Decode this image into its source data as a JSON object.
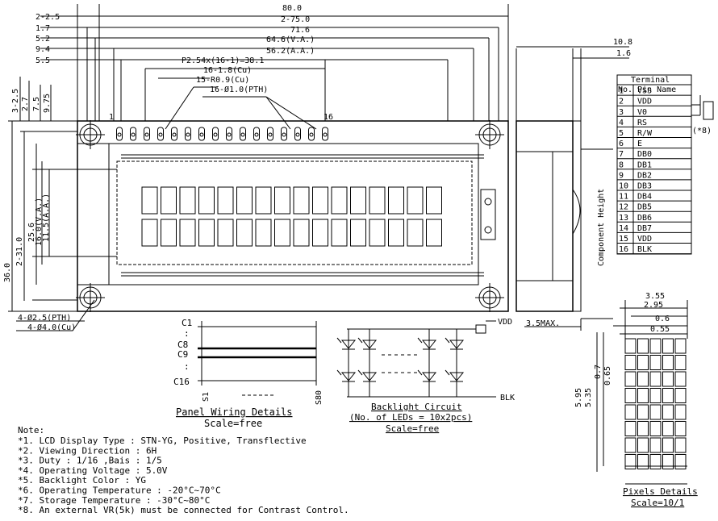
{
  "dimensions": {
    "top": [
      "80.0",
      "2-75.0",
      "71.6",
      "64.6(V.A.)",
      "56.2(A.A.)"
    ],
    "left_labels": [
      "2-2.5",
      "1.7",
      "5.2",
      "9.4",
      "5.5"
    ],
    "vertical_left": [
      "36.0",
      "2-31.0",
      "25.6",
      "16.0(V.A.)",
      "11.5(A.A.)"
    ],
    "vertical_top": [
      "3-2.5",
      "2.7",
      "7.5",
      "9.75"
    ],
    "pitch": "P2.54x(16-1)=38.1",
    "pad_size": "16-1.8(Cu)",
    "pad_radius": "15-R0.9(Cu)",
    "pth": "16-Ø1.0(PTH)",
    "pin_first": "1",
    "pin_last": "16",
    "mount_pth": "4-Ø2.5(PTH)",
    "mount_cu": "4-Ø4.0(Cu)"
  },
  "side_view": {
    "thickness": "10.8",
    "pcb": "1.6",
    "component_height": "Component Height",
    "max": "3.5MAX."
  },
  "terminal_table": {
    "title": "Terminal",
    "headers": [
      "No.",
      "Pin Name"
    ],
    "rows": [
      [
        "1",
        "VSS"
      ],
      [
        "2",
        "VDD"
      ],
      [
        "3",
        "V0"
      ],
      [
        "4",
        "RS"
      ],
      [
        "5",
        "R/W"
      ],
      [
        "6",
        "E"
      ],
      [
        "7",
        "DB0"
      ],
      [
        "8",
        "DB1"
      ],
      [
        "9",
        "DB2"
      ],
      [
        "10",
        "DB3"
      ],
      [
        "11",
        "DB4"
      ],
      [
        "12",
        "DB5"
      ],
      [
        "13",
        "DB6"
      ],
      [
        "14",
        "DB7"
      ],
      [
        "15",
        "VDD"
      ],
      [
        "16",
        "BLK"
      ]
    ],
    "vr_note": "(*8)"
  },
  "panel_wiring": {
    "rows": [
      "C1",
      "C8",
      "C9",
      "C16"
    ],
    "cols": [
      "S1",
      "S80"
    ],
    "title": "Panel Wiring Details",
    "scale": "Scale=free"
  },
  "backlight": {
    "vdd": "VDD",
    "blk": "BLK",
    "title": "Backlight Circuit",
    "subtitle": "(No. of LEDs = 10x2pcs)",
    "scale": "Scale=free"
  },
  "pixel": {
    "dims": [
      "3.55",
      "2.95",
      "0.6",
      "0.55",
      "0.7",
      "0.65",
      "5.95",
      "5.35"
    ],
    "title": "Pixels Details",
    "scale": "Scale=10/1"
  },
  "notes": {
    "heading": "Note:",
    "items": [
      "*1. LCD Display Type : STN-YG, Positive, Transflective",
      "*2. Viewing Direction : 6H",
      "*3. Duty : 1/16 ,Bais : 1/5",
      "*4. Operating Voltage : 5.0V",
      "*5. Backlight Color : YG",
      "*6. Operating Temperature : -20°C~70°C",
      "*7. Storage Temperature : -30°C~80°C",
      "*8. An external VR(5k) must be connected for Contrast Control."
    ]
  }
}
